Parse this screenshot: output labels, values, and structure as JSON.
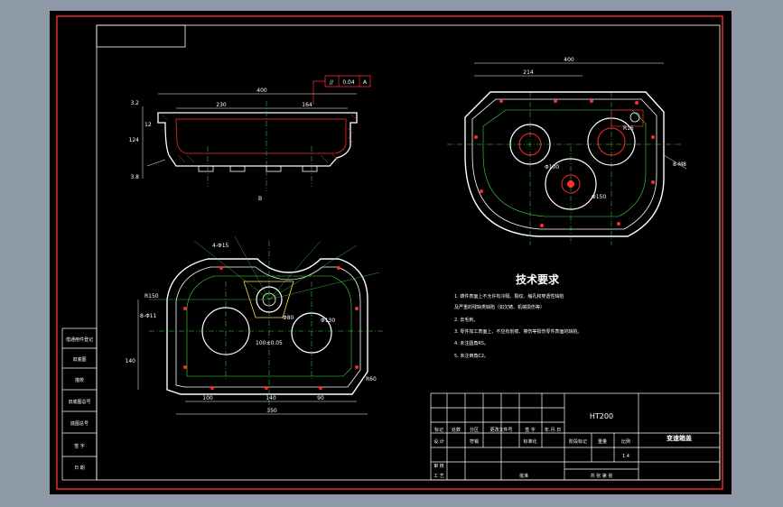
{
  "drawing": {
    "title_block": {
      "material": "HT200",
      "part_name": "变速箱盖",
      "scale": "1.4",
      "sheet_text": "共  张 第  张",
      "headers": [
        "标记",
        "处数",
        "分区",
        "更改文件号",
        "签 字",
        "年.月.日"
      ],
      "row2": [
        "设 计",
        "符锡",
        "标准化"
      ],
      "row2_right": [
        "阶段标记",
        "重量",
        "比例"
      ],
      "row3": [
        "审 核"
      ],
      "row4": [
        "工 艺",
        "批准"
      ]
    },
    "side_labels": [
      "借通用件登记",
      "旧底图",
      "描校",
      "旧底图总号",
      "底图总号",
      "签 字",
      "日 期"
    ],
    "tech_title": "技术要求",
    "tech_lines": [
      "1. 铸件表面上不允许有冷隔、裂纹、缩孔和穿透性缺陷",
      "   及严重的残缺类缺陷（如欠铸、机械损伤等）",
      "2. 去毛刺。",
      "3. 零件加工表面上，不应有划痕、擦伤等损伤零件表面的缺陷。",
      "4. 未注圆角R5。",
      "5. 未注倒角C2。"
    ],
    "dims": {
      "top_left_total": "400",
      "top_left_a": "230",
      "top_left_b": "164",
      "left_v1": "3.2",
      "left_v2": "3.8",
      "left_v3": "12",
      "left_v4": "124",
      "tol_symbol": "//",
      "tol_value": "0.04",
      "tol_datum": "A",
      "top_right_total": "400",
      "top_right_a": "214",
      "bottom_total": "350",
      "bottom_a": "100",
      "bottom_b": "140",
      "bottom_c": "90",
      "bottom_left_v": "140",
      "bottom_center_tol": "100±0.05",
      "label_b": "B",
      "label_r150": "R150",
      "label_r60": "R60",
      "label_r15": "R15",
      "label_holes_a": "4-Φ15",
      "label_holes_b": "8-Φ11",
      "label_holes_c": "8-M8",
      "label_d80": "Φ80",
      "label_d100": "Φ100",
      "label_d130": "Φ130",
      "label_d150": "Φ150"
    }
  }
}
